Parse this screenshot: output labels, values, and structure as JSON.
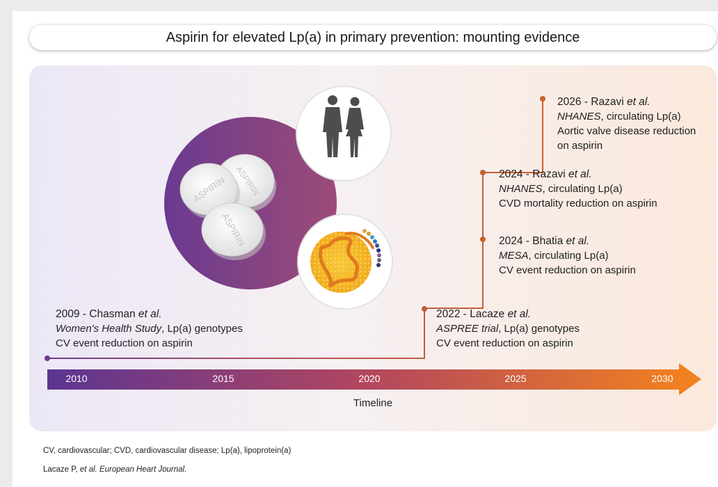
{
  "title": "Aspirin for elevated Lp(a) in primary prevention: mounting evidence",
  "milestones": [
    {
      "year_label": "2009 - Chasman",
      "etal": "et al.",
      "source": "Women's Health Study",
      "source_rest": ", Lp(a) genotypes",
      "finding": "CV event reduction on aspirin"
    },
    {
      "year_label": "2022 - Lacaze",
      "etal": "et al.",
      "source": "ASPREE trial",
      "source_rest": ", Lp(a) genotypes",
      "finding": "CV event reduction on aspirin"
    },
    {
      "year_label": "2024 - Bhatia",
      "etal": "et al.",
      "source": "MESA",
      "source_rest": ", circulating Lp(a)",
      "finding": "CV event reduction on aspirin"
    },
    {
      "year_label": "2024 - Razavi",
      "etal": "et al.",
      "source": "NHANES",
      "source_rest": ", circulating Lp(a)",
      "finding": "CVD mortality reduction on aspirin"
    },
    {
      "year_label": "2026 - Razavi",
      "etal": "et al.",
      "source": "NHANES",
      "source_rest": ", circulating Lp(a)",
      "finding": "Aortic valve disease reduction",
      "finding2": "on aspirin"
    }
  ],
  "timeline": {
    "ticks": [
      "2010",
      "2015",
      "2020",
      "2025",
      "2030"
    ],
    "label": "Timeline",
    "colors": {
      "start": "#5b3592",
      "mid": "#b2465f",
      "end": "#f08020",
      "connector": "#c0622e"
    }
  },
  "pill_text": "ASPIRIN",
  "footnote": {
    "abbr1_a": "CV",
    "abbr1_b": ", cardiovascular; ",
    "abbr2_a": "CVD",
    "abbr2_b": ", cardiovascular disease; ",
    "abbr3_a": "Lp(a)",
    "abbr3_b": ", lipoprotein(a)",
    "citation_a": "Lacaze P, ",
    "citation_b": "et al. European Heart Journal."
  }
}
